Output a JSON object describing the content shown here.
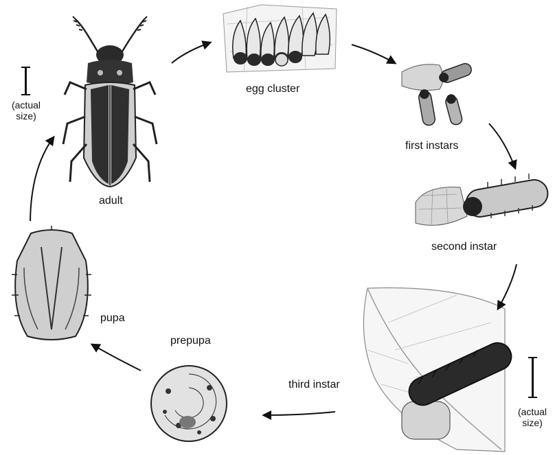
{
  "labels": {
    "egg_cluster": "egg cluster",
    "first_instars": "first instars",
    "second_instar": "second instar",
    "third_instar": "third instar",
    "prepupa": "prepupa",
    "pupa": "pupa",
    "adult": "adult"
  },
  "scale_notes": {
    "adult_line1": "(actual",
    "adult_line2": "size)",
    "larva_line1": "(actual",
    "larva_line2": "size)"
  },
  "colors": {
    "ink": "#111111",
    "leaf_vein": "#9a9a9a",
    "body_light": "#cfcfcf",
    "body_dark": "#2a2a2a"
  }
}
